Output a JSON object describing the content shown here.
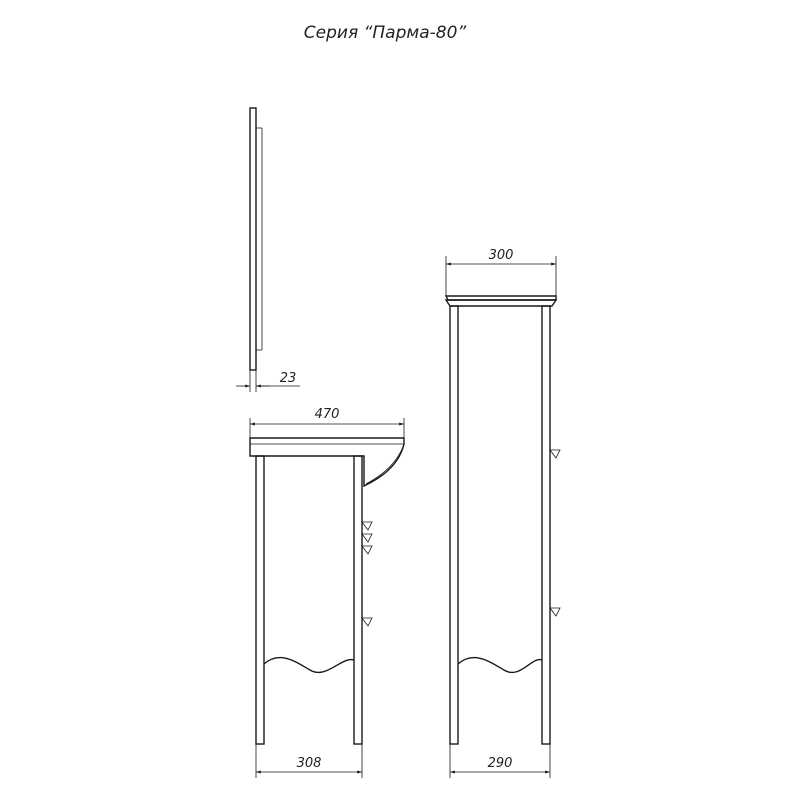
{
  "title": "Серия “Парма-80”",
  "dimensions": {
    "mirror_depth": "23",
    "vanity_top_depth": "470",
    "vanity_base_depth": "308",
    "column_top_depth": "300",
    "column_base_depth": "290"
  }
}
